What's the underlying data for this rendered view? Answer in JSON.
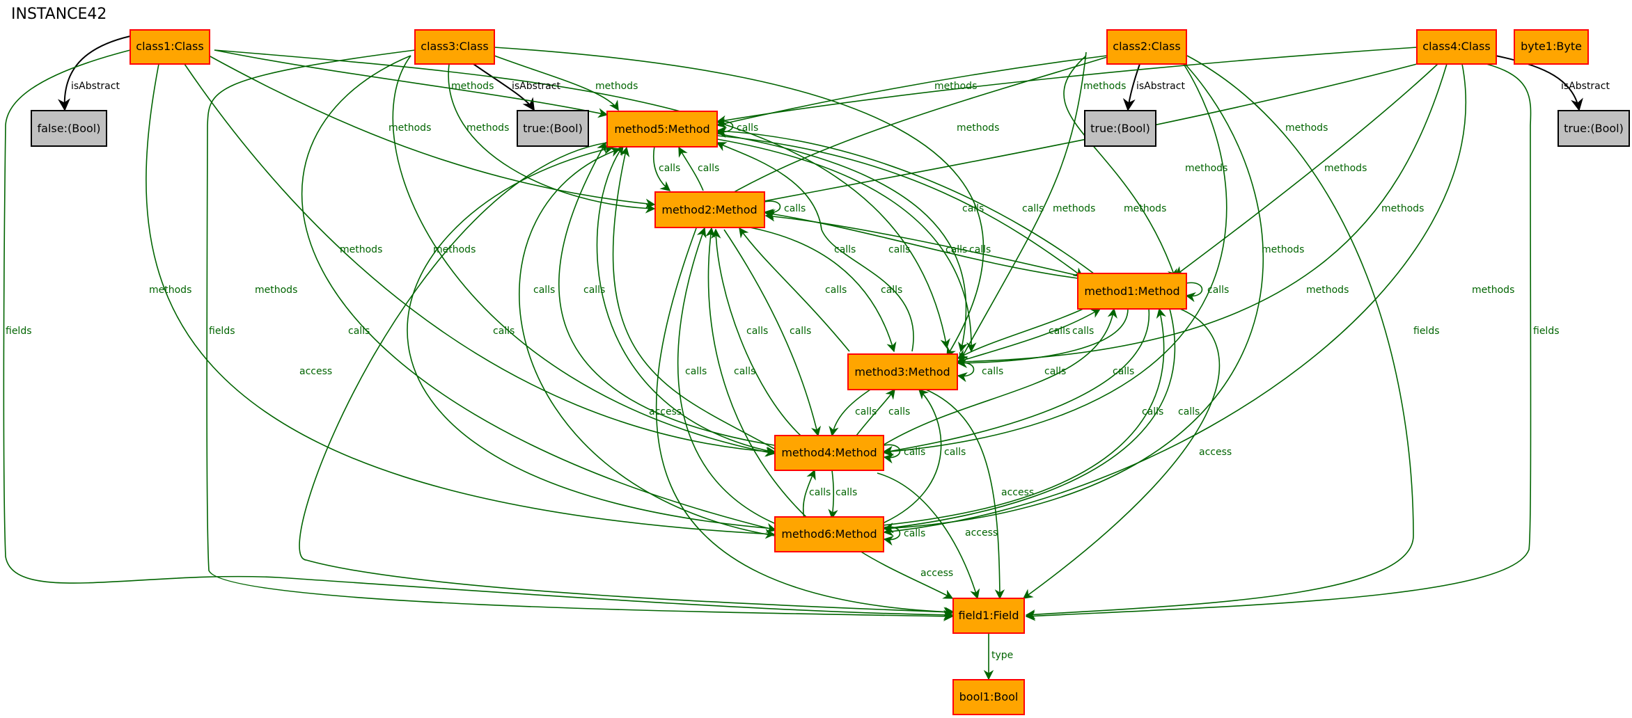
{
  "title": "INSTANCE42",
  "nodes": {
    "class1": "class1:Class",
    "class3": "class3:Class",
    "class2": "class2:Class",
    "class4": "class4:Class",
    "byte1": "byte1:Byte",
    "false1": "false:(Bool)",
    "true1": "true:(Bool)",
    "true2": "true:(Bool)",
    "true3": "true:(Bool)",
    "method5": "method5:Method",
    "method2": "method2:Method",
    "method1": "method1:Method",
    "method3": "method3:Method",
    "method4": "method4:Method",
    "method6": "method6:Method",
    "field1": "field1:Field",
    "bool1": "bool1:Bool"
  },
  "edge_labels": {
    "isAbstract": "isAbstract",
    "methods": "methods",
    "calls": "calls",
    "fields": "fields",
    "access": "access",
    "type": "type"
  },
  "colors": {
    "node_fill": "#ffa500",
    "node_border": "#ff0000",
    "value_fill": "#c0c0c0",
    "edge": "#006400"
  }
}
